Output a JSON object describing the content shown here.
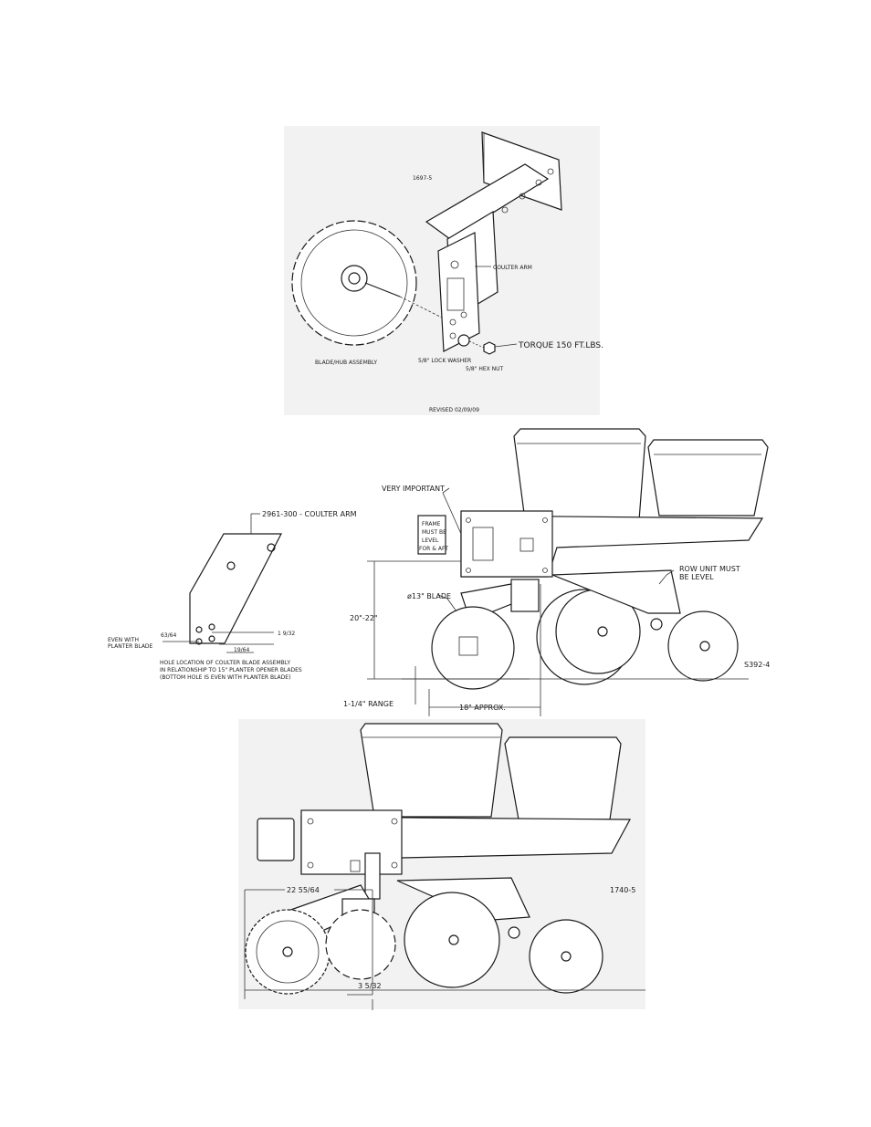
{
  "figure1": {
    "part_no": "1697-5",
    "coulter_arm": "COULTER ARM",
    "torque": "TORQUE 150 FT.LBS.",
    "lock_washer": "5/8\" LOCK WASHER",
    "hex_nut": "5/8\" HEX NUT",
    "blade_hub": "BLADE/HUB ASSEMBLY",
    "revised": "REVISED 02/09/09"
  },
  "figure2": {
    "very_important": "VERY IMPORTANT",
    "frame_level": [
      "FRAME",
      "MUST BE",
      "LEVEL",
      "FOR & AFT"
    ],
    "coulter_arm_part": "2961-300 - COULTER ARM",
    "row_unit_level": [
      "ROW UNIT MUST",
      "BE LEVEL"
    ],
    "blade": "ø13\" BLADE",
    "height": "20\"-22\"",
    "part_no": "S392-4",
    "range": "1-1/4\" RANGE",
    "approx": "18\" APPROX.",
    "dim_6364": "63/64",
    "dim_1932": "1 9/32",
    "dim_1964": "19/64",
    "even_with": [
      "EVEN WITH",
      "PLANTER BLADE"
    ],
    "hole_note": [
      "HOLE LOCATION OF COULTER BLADE ASSEMBLY",
      "IN RELATIONSHIP TO 15\" PLANTER OPENER BLADES",
      "(BOTTOM HOLE IS EVEN WITH PLANTER BLADE)"
    ]
  },
  "figure3": {
    "dim_top": "22 55/64",
    "part_no": "1740-5",
    "dim_bottom": "3 5/32"
  }
}
